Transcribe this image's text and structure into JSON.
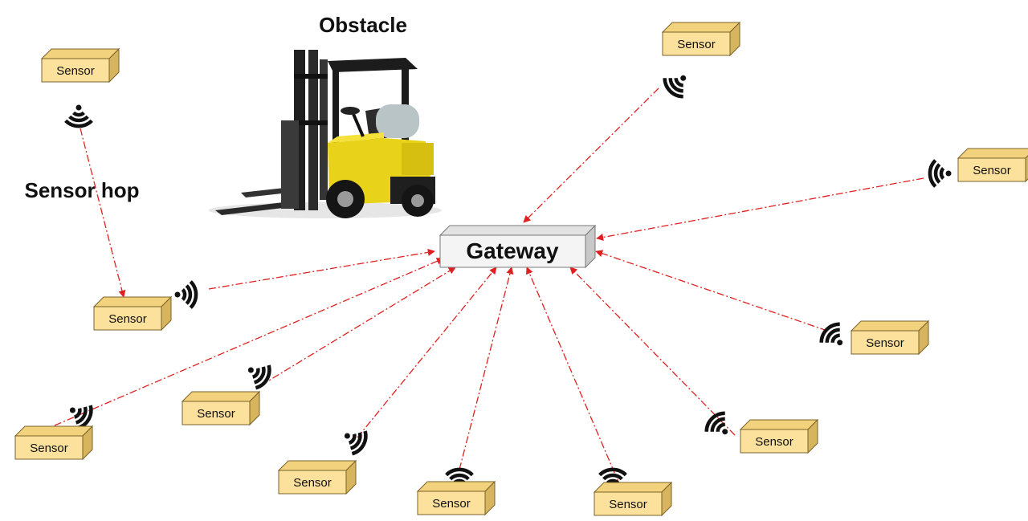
{
  "labels": {
    "obstacle": "Obstacle",
    "sensor_hop": "Sensor hop",
    "gateway": "Gateway"
  },
  "colors": {
    "link": "#e02020",
    "sensor_front": "#fbe19b",
    "sensor_top": "#f3d27e",
    "sensor_side": "#d7b45e",
    "sensor_edge": "#7a6328",
    "gateway_front": "#f4f4f4",
    "gateway_top": "#e2e2e2",
    "gateway_side": "#c8c8c8",
    "wifi": "#111111"
  },
  "sensors": [
    {
      "id": "s-top-left",
      "label": "Sensor"
    },
    {
      "id": "s-top-right",
      "label": "Sensor"
    },
    {
      "id": "s-right",
      "label": "Sensor"
    },
    {
      "id": "s-left-mid",
      "label": "Sensor"
    },
    {
      "id": "s-right-mid",
      "label": "Sensor"
    },
    {
      "id": "s-bottom-far-left",
      "label": "Sensor"
    },
    {
      "id": "s-bottom-left",
      "label": "Sensor"
    },
    {
      "id": "s-bottom-center-left",
      "label": "Sensor"
    },
    {
      "id": "s-bottom-center",
      "label": "Sensor"
    },
    {
      "id": "s-bottom-center-right",
      "label": "Sensor"
    },
    {
      "id": "s-bottom-right",
      "label": "Sensor"
    }
  ]
}
